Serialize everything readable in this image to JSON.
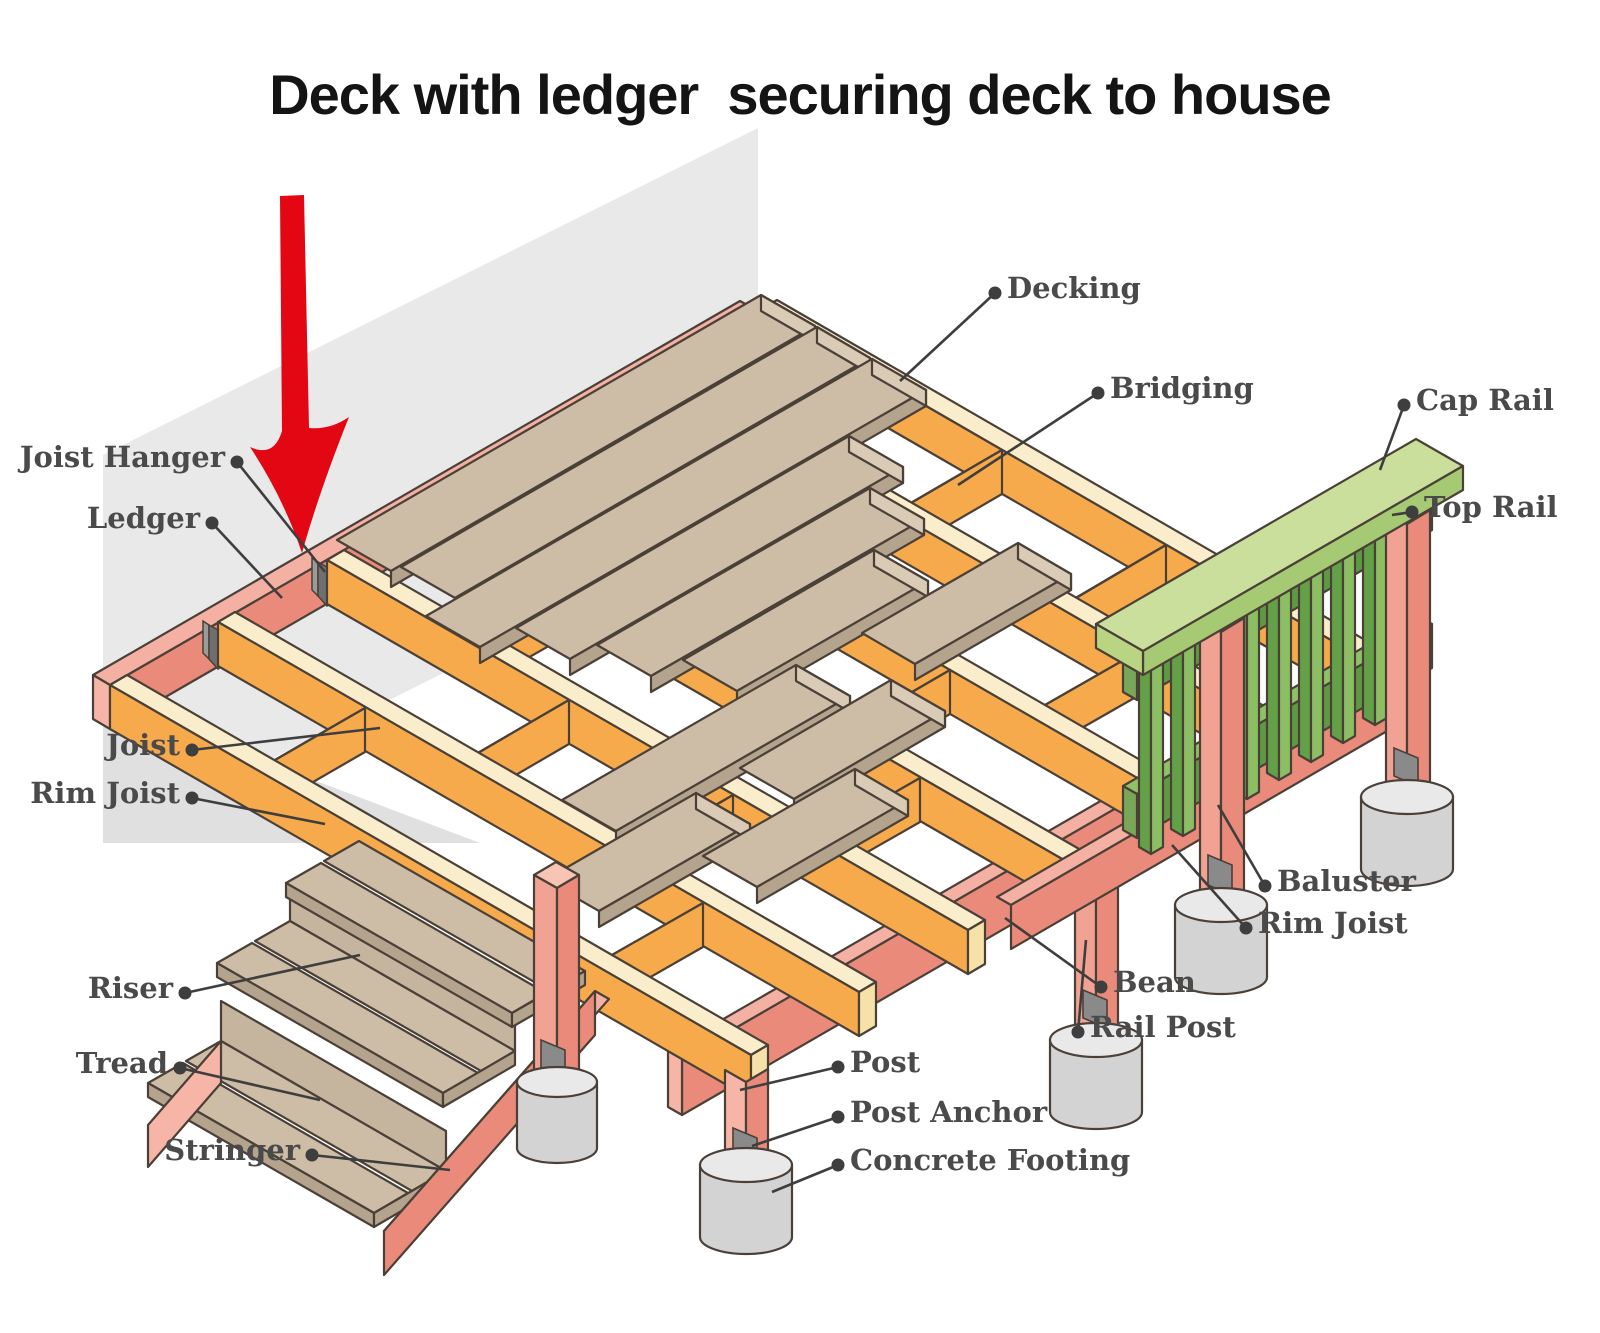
{
  "title": "Deck with ledger  securing deck to house",
  "diagram": {
    "labels": {
      "decking": "Decking",
      "bridging": "Bridging",
      "cap_rail": "Cap Rail",
      "top_rail": "Top Rail",
      "joist_hanger": "Joist Hanger",
      "ledger": "Ledger",
      "joist": "Joist",
      "rim_joist_left": "Rim Joist",
      "riser": "Riser",
      "tread": "Tread",
      "stringer": "Stringer",
      "baluster": "Baluster",
      "rim_joist_right": "Rim Joist",
      "beam": "Bean",
      "rail_post": "Rail Post",
      "post": "Post",
      "post_anchor": "Post Anchor",
      "concrete_footing": "Concrete Footing"
    },
    "palette": {
      "frame_orange": "#f7aa4b",
      "frame_cream": "#faedcb",
      "ledger_salmon": "#e98a7b",
      "decking_tan": "#cdbca6",
      "rail_green": "#5e9a43",
      "baluster_green": "#82b85c",
      "cap_rail_green": "#cbdf9c",
      "concrete_gray": "#d3d3d3",
      "anchor_gray": "#8a8a8a",
      "wall_gray": "#e9e9e9",
      "arrow_red": "#e30613",
      "outline": "#4a4037",
      "label_text": "#4a4a4a"
    }
  }
}
